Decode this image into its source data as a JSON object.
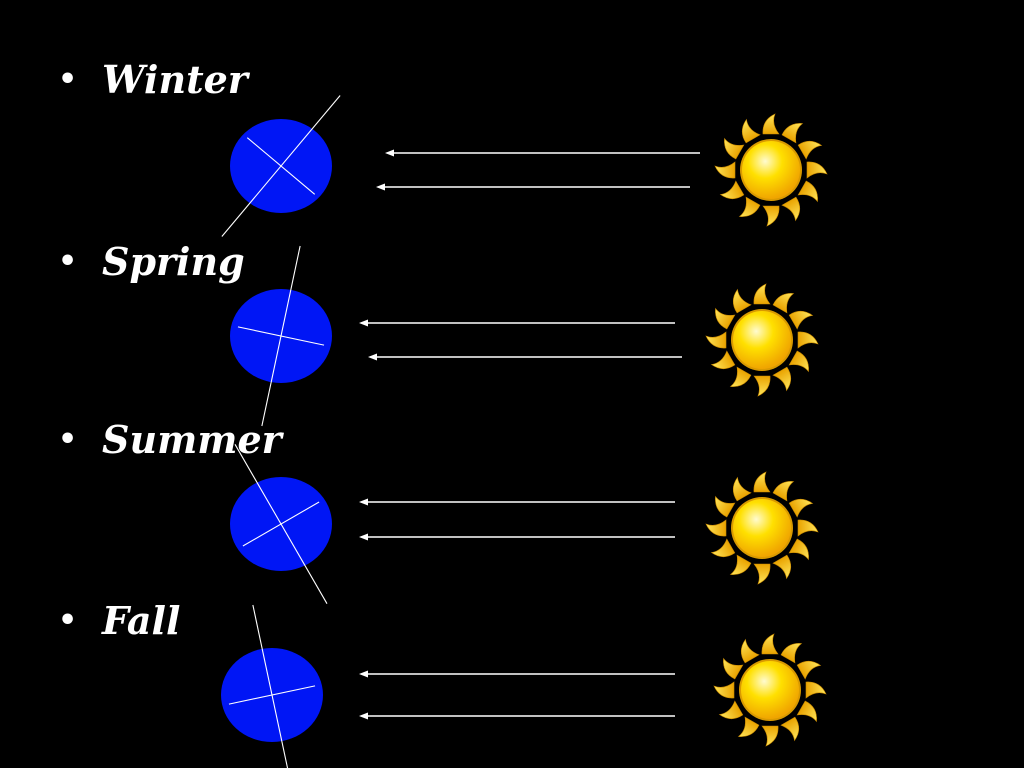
{
  "seasons": [
    {
      "label": "Winter",
      "tilt_deg": -40
    },
    {
      "label": "Spring",
      "tilt_deg": -12
    },
    {
      "label": "Summer",
      "tilt_deg": 30
    },
    {
      "label": "Fall",
      "tilt_deg": 12
    }
  ],
  "bullet": "•",
  "colors": {
    "background": "#000000",
    "text": "#ffffff",
    "earth": "#0016f5",
    "lines": "#ffffff",
    "sun_core": "#ffd500",
    "sun_ray": "#f6b800"
  }
}
